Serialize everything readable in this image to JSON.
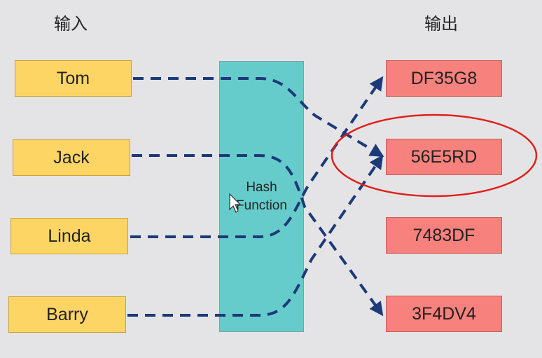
{
  "headers": {
    "input": "输入",
    "output": "输出"
  },
  "inputs": [
    "Tom",
    "Jack",
    "Linda",
    "Barry"
  ],
  "outputs": [
    "DF35G8",
    "56E5RD",
    "7483DF",
    "3F4DV4"
  ],
  "hash": {
    "line1": "Hash",
    "line2": "Function"
  },
  "mapping": [
    {
      "from": "Tom",
      "to": "56E5RD"
    },
    {
      "from": "Jack",
      "to": "3F4DV4"
    },
    {
      "from": "Linda",
      "to": "DF35G8"
    },
    {
      "from": "Barry",
      "to": "56E5RD"
    }
  ],
  "highlighted_output": "56E5RD",
  "colors": {
    "input_fill": "#fdd565",
    "output_fill": "#f7817c",
    "hash_fill": "#66cccb",
    "arrow": "#1d3a78",
    "highlight": "#e0201a"
  }
}
